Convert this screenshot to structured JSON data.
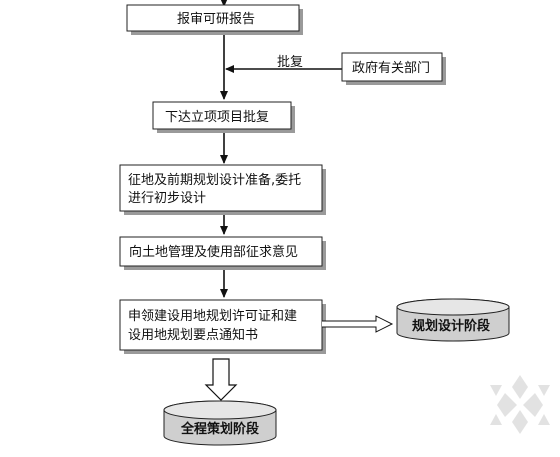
{
  "flow": {
    "step1": "报审可研报告",
    "step2": "下达立项项目批复",
    "step3_line1": "征地及前期规划设计准备,委托",
    "step3_line2": "进行初步设计",
    "step4": "向土地管理及使用部征求意见",
    "step5_line1": "申领建设用地规划许可证和建",
    "step5_line2": "设用地规划要点通知书"
  },
  "side": {
    "approve_label": "批复",
    "government_box": "政府有关部门"
  },
  "stages": {
    "design_stage": "规划设计阶段",
    "full_stage": "全程策划阶段"
  },
  "colors": {
    "box_fill": "#ffffff",
    "box_border": "#222222",
    "shadow": "#9a9a9a",
    "cylinder_fill": "#cfcfcf",
    "cylinder_top": "#e6e6e6",
    "arrow": "#111111"
  }
}
